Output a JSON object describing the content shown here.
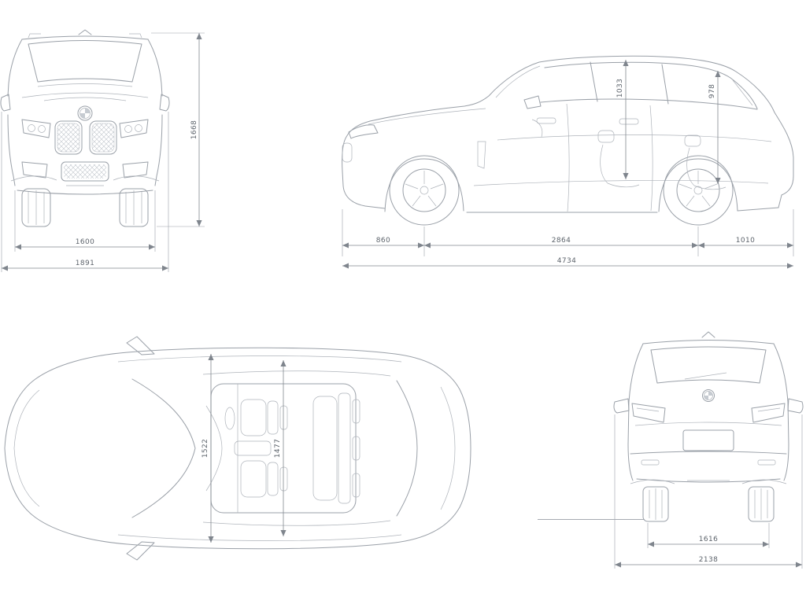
{
  "palette": {
    "background": "#ffffff",
    "car_line": "#9aa0a8",
    "dimension_line": "#82888f",
    "dimension_text": "#5c636b"
  },
  "views": {
    "front": {
      "height": "1668",
      "track": "1600",
      "width": "1891"
    },
    "side": {
      "front_interior_height": "1033",
      "rear_interior_height": "978",
      "front_overhang": "860",
      "wheelbase": "2864",
      "rear_overhang": "1010",
      "length": "4734"
    },
    "top": {
      "front_interior_width": "1522",
      "rear_interior_width": "1477"
    },
    "rear": {
      "track": "1616",
      "width_incl_mirrors": "2138"
    }
  }
}
